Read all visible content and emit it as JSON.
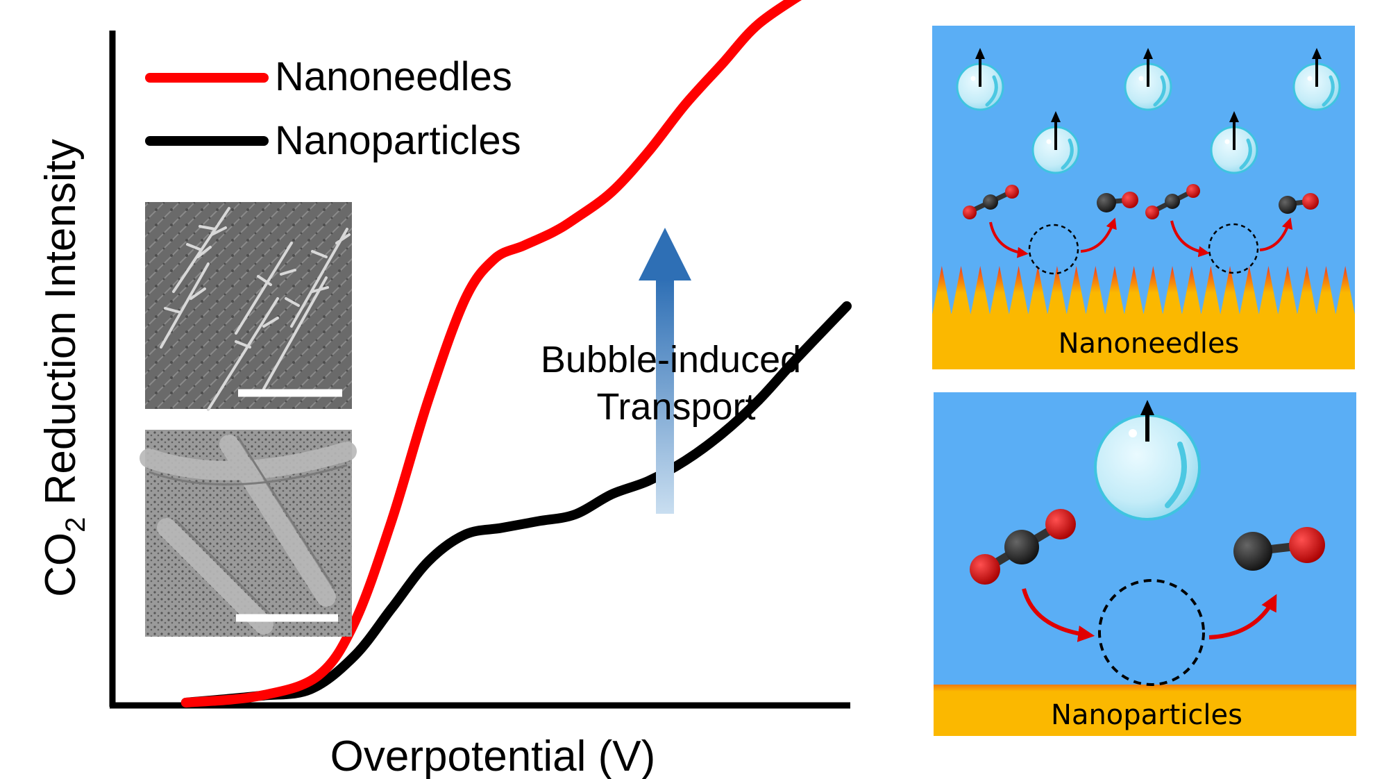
{
  "chart": {
    "ylabel_prefix": "CO",
    "ylabel_sub": "2",
    "ylabel_rest": " Reduction Intensity",
    "xlabel": "Overpotential (V)",
    "legend": [
      {
        "label": "Nanoneedles",
        "color": "#ff0000"
      },
      {
        "label": "Nanoparticles",
        "color": "#000000"
      }
    ],
    "annotation_line1": "Bubble-induced",
    "annotation_line2": "Transport"
  },
  "chart_data": {
    "type": "line",
    "title": "",
    "xlabel": "Overpotential (V)",
    "ylabel": "CO2 Reduction Intensity",
    "grid": false,
    "legend_position": "top-left",
    "xlim": [
      0,
      1
    ],
    "ylim": [
      0,
      1
    ],
    "series": [
      {
        "name": "Nanoneedles",
        "color": "#ff0000",
        "x": [
          0.1,
          0.2,
          0.28,
          0.33,
          0.38,
          0.43,
          0.48,
          0.52,
          0.56,
          0.6,
          0.63,
          0.68,
          0.73,
          0.78,
          0.83,
          0.88,
          0.95
        ],
        "y": [
          0.0,
          0.01,
          0.04,
          0.12,
          0.27,
          0.45,
          0.6,
          0.66,
          0.68,
          0.7,
          0.72,
          0.76,
          0.82,
          0.89,
          0.95,
          1.01,
          1.12
        ]
      },
      {
        "name": "Nanoparticles",
        "color": "#000000",
        "x": [
          0.1,
          0.2,
          0.27,
          0.33,
          0.38,
          0.43,
          0.48,
          0.53,
          0.58,
          0.63,
          0.68,
          0.73,
          0.78,
          0.83,
          0.88,
          0.93,
          1.0
        ],
        "y": [
          0.0,
          0.01,
          0.02,
          0.07,
          0.14,
          0.21,
          0.25,
          0.26,
          0.27,
          0.28,
          0.31,
          0.33,
          0.36,
          0.4,
          0.45,
          0.51,
          0.59
        ]
      }
    ]
  },
  "panels": {
    "top_label": "Nanoneedles",
    "bottom_label": "Nanoparticles"
  },
  "colors": {
    "water": "#5aaef5",
    "substrate": "#fbb800",
    "carbon": "#222222",
    "oxygen": "#e00000",
    "arrow": "#2e6fb5"
  }
}
